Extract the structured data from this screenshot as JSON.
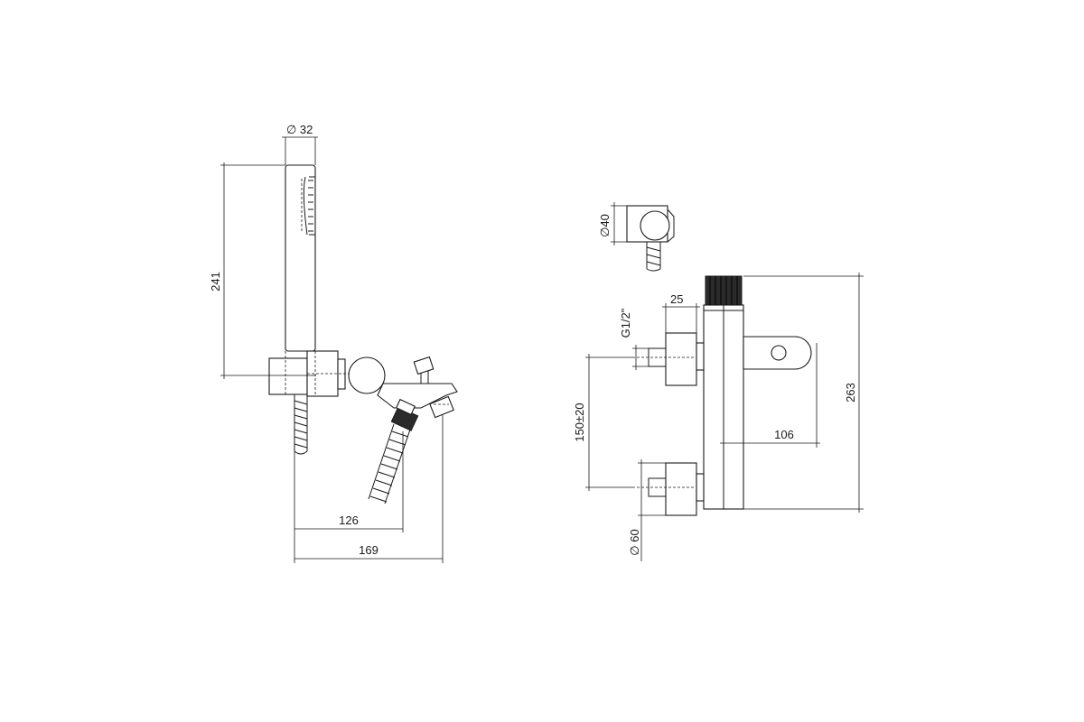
{
  "dimensions": {
    "handshower_diameter": "∅ 32",
    "handshower_height": "241",
    "spout_reach_126": "126",
    "total_depth_169": "169",
    "holder_diameter": "∅40",
    "thread": "G1/2\"",
    "connection_depth": "25",
    "centres": "150±20",
    "lever_depth": "106",
    "total_height": "263",
    "escutcheon_diameter": "∅ 60"
  }
}
